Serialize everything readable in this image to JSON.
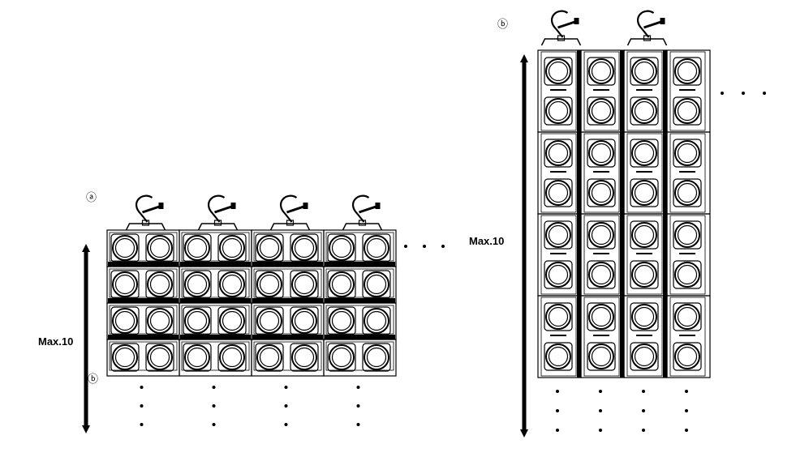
{
  "diagram": {
    "view_a": {
      "marker": "ⓐ",
      "max_label": "Max.10",
      "bottom_marker": "ⓑ",
      "orientation": "horizontal",
      "columns": 4,
      "rows": 4,
      "continues_right": "· · ·",
      "continues_down": "⋮"
    },
    "view_b": {
      "marker": "ⓑ",
      "max_label": "Max.10",
      "orientation": "vertical",
      "columns": 4,
      "rows": 4,
      "continues_right": "· · ·",
      "continues_down": "⋮"
    },
    "colors": {
      "line": "#000000",
      "background": "#ffffff"
    }
  }
}
